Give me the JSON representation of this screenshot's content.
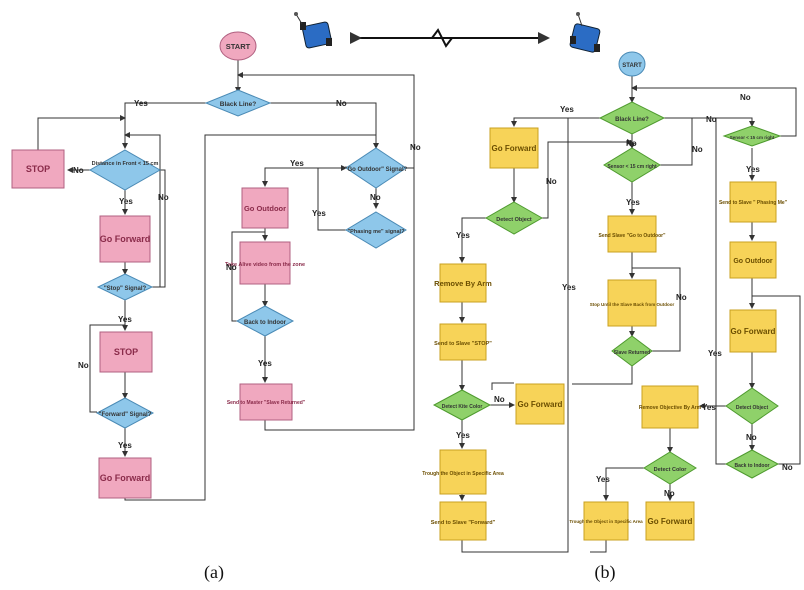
{
  "robots_link_symbol": "⇄",
  "flowchart_a": {
    "start": "START",
    "black_line": "Black Line?",
    "stop1": "STOP",
    "distance": "Distance in Front < 15 cm",
    "go_forward1": "Go Forward",
    "stop_signal": "\"Stop\" Signal?",
    "stop2": "STOP",
    "forward_signal": "\"Forward\" Signal?",
    "go_forward2": "Go Forward",
    "go_outdoor_signal": "\"Go Outdoor\" Signal?",
    "go_outdoor": "Go Outdoor",
    "phasing_me": "\"Phasing me\" signal?",
    "take_video": "Take Alive video from the zone",
    "back_indoor": "Back to Indoor",
    "send_master": "Send to Master \"Slave Returned\""
  },
  "flowchart_b": {
    "start": "START",
    "black_line": "Black Line?",
    "go_forward1": "Go Forward",
    "detect_object1": "Detect Object",
    "remove_by_arm": "Remove By Arm",
    "send_stop": "Send to Slave \"STOP\"",
    "detect_color1": "Detect Kite Color",
    "go_forward2": "Go Forward",
    "through1": "Trough the Object in Specific Area",
    "send_forward": "Send to Slave \"Forward\"",
    "sensor_mid": "Sensor < 15 cm right",
    "send_go_outdoor": "Send Slave \"Go to Outdoor\"",
    "stop_until": "Stop Until the Slave Back from Outdoor",
    "slave_returned": "Slave Returned",
    "sensor_right": "Sensor < 15 cm right",
    "send_phasing": "Send to Slave \" Phasing Me\"",
    "go_outdoor": "Go Outdoor",
    "go_forward3": "Go Forward",
    "detect_object2": "Detect Object",
    "back_indoor": "Back to Indoor",
    "remove_objective": "Remove Objective By Arm",
    "detect_color2": "Detect Color",
    "through2": "Trough the Object in Specific Area",
    "go_forward4": "Go Forward"
  },
  "labels": {
    "yes": "Yes",
    "no": "No"
  },
  "captions": {
    "a": "(a)",
    "b": "(b)"
  },
  "colors": {
    "pink": "#f0a8bf",
    "blue": "#8ec7ea",
    "yellow": "#f7d358",
    "green": "#8fd16a",
    "robot": "#2b6cc4"
  }
}
